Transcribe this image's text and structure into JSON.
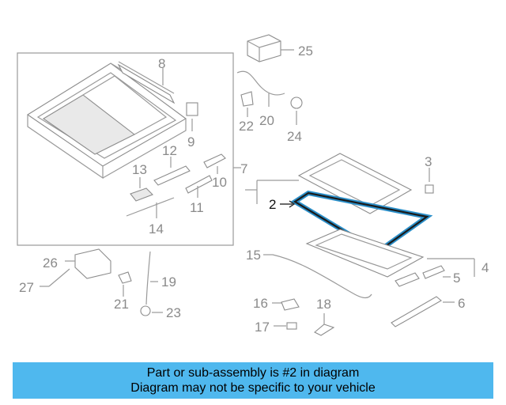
{
  "callouts": {
    "c2": "2",
    "c3": "3",
    "c4": "4",
    "c5": "5",
    "c6": "6",
    "c7": "7",
    "c8": "8",
    "c9": "9",
    "c10": "10",
    "c11": "11",
    "c12": "12",
    "c13": "13",
    "c14": "14",
    "c15": "15",
    "c16": "16",
    "c17": "17",
    "c18": "18",
    "c19": "19",
    "c20": "20",
    "c21": "21",
    "c22": "22",
    "c23": "23",
    "c24": "24",
    "c25": "25",
    "c26": "26",
    "c27": "27"
  },
  "highlight_color": "#2b8fc9",
  "banner": {
    "line1": "Part or sub-assembly is #2 in diagram",
    "line2": "Diagram may not be specific to your vehicle"
  }
}
